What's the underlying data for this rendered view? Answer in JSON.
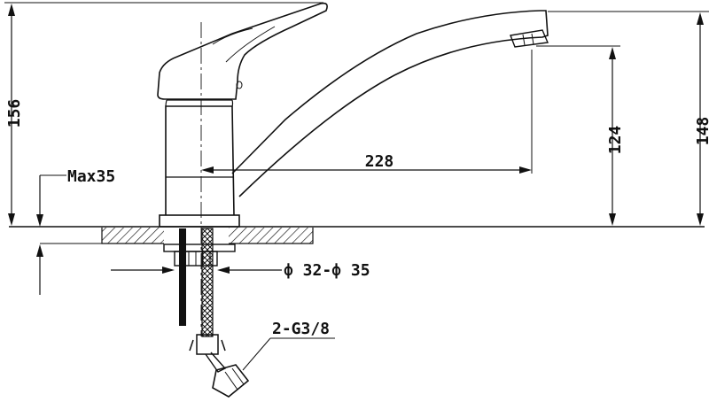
{
  "dimensions": {
    "total_height": "156",
    "spout_reach": "228",
    "spout_height": "124",
    "overall_height": "148",
    "max_counter_thickness": "Max35",
    "mount_hole_diameter": "ф 32-ф 35",
    "connection_thread": "2-G3/8"
  },
  "colors": {
    "line": "#111111",
    "background": "#ffffff"
  }
}
